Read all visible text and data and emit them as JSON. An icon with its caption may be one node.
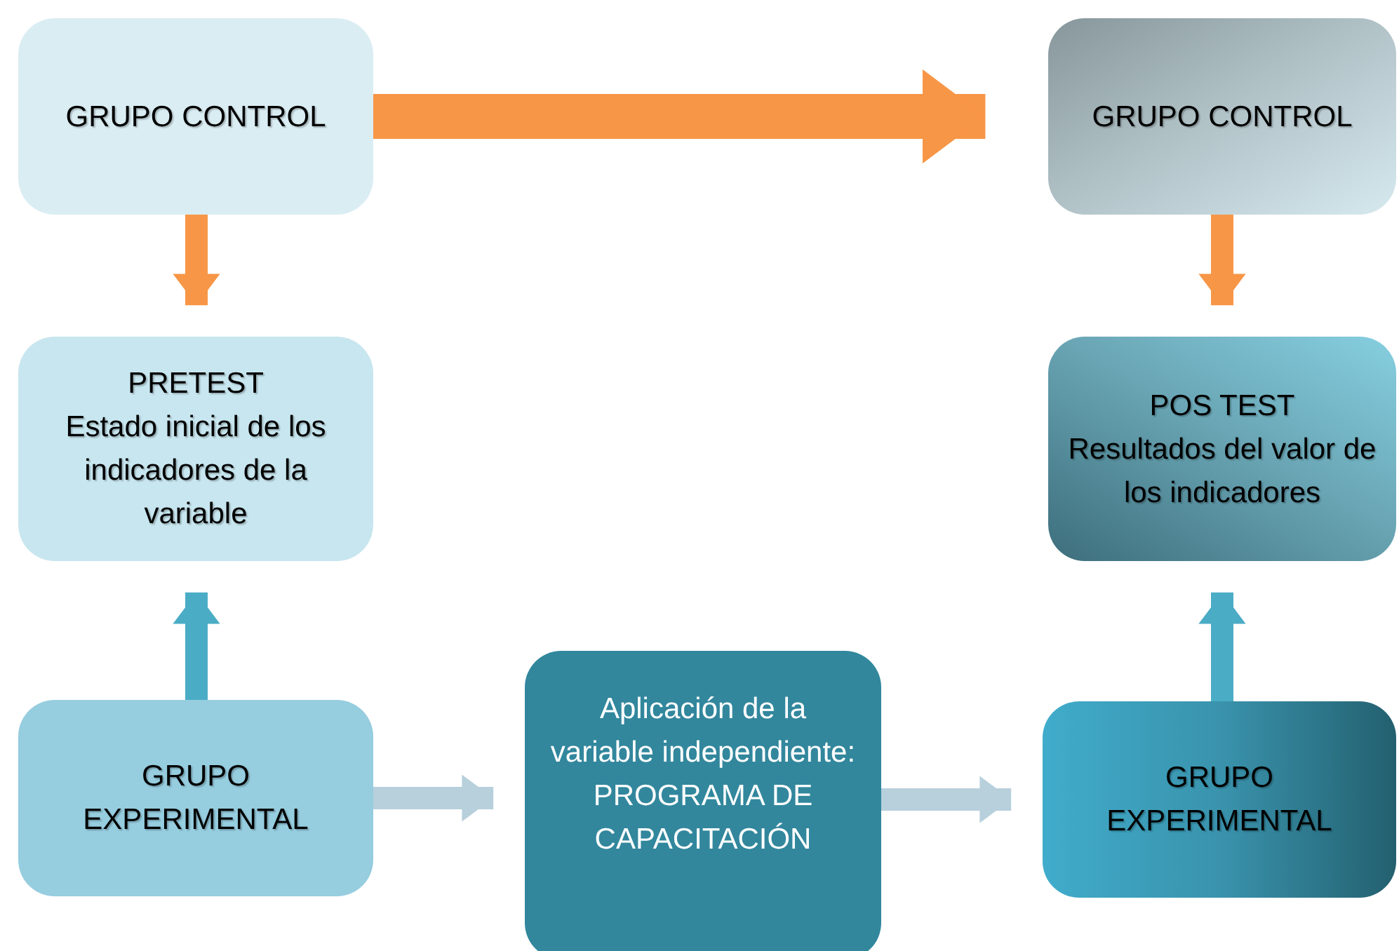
{
  "diagram": {
    "nodes": [
      {
        "text": [
          "GRUPO CONTROL"
        ]
      },
      {
        "text": [
          "GRUPO CONTROL"
        ]
      },
      {
        "text": [
          "PRETEST",
          "Estado inicial de los indicadores de la variable"
        ]
      },
      {
        "text": [
          "POS TEST",
          "Resultados del valor de los indicadores"
        ]
      },
      {
        "text": [
          "GRUPO EXPERIMENTAL"
        ]
      },
      {
        "text": [
          "Aplicación de la variable independiente:",
          "PROGRAMA DE CAPACITACIÓN"
        ]
      },
      {
        "text": [
          "GRUPO EXPERIMENTAL"
        ]
      }
    ],
    "edges": [
      {
        "from": 0,
        "to": 1,
        "arrow": "to",
        "style": "thick",
        "color": "#f79646"
      },
      {
        "from": 0,
        "to": 2,
        "arrow": "to",
        "color": "#f79646"
      },
      {
        "from": 1,
        "to": 3,
        "arrow": "to",
        "color": "#f79646"
      },
      {
        "from": 4,
        "to": 2,
        "arrow": "to",
        "color": "#4bacc6"
      },
      {
        "from": 4,
        "to": 5,
        "arrow": "to",
        "color": "#b7d0dc"
      },
      {
        "from": 5,
        "to": 6,
        "arrow": "to",
        "color": "#b7d0dc"
      },
      {
        "from": 6,
        "to": 3,
        "arrow": "to",
        "color": "#4bacc6"
      }
    ]
  }
}
